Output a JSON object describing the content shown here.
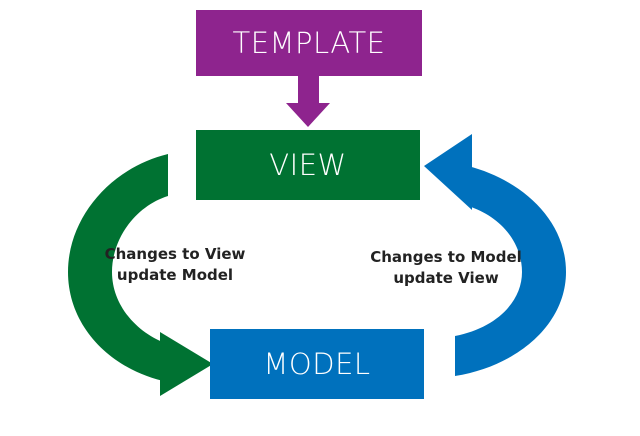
{
  "diagram": {
    "template_label": "TEMPLATE",
    "view_label": "VIEW",
    "model_label": "MODEL",
    "left_caption": {
      "line1": "Changes to View",
      "line2": "update Model"
    },
    "right_caption": {
      "line1": "Changes to Model",
      "line2": "update View"
    }
  },
  "colors": {
    "template": "#8e248e",
    "view": "#007232",
    "model": "#0071bd",
    "view_to_model_arrow": "#007232",
    "model_to_view_arrow": "#0071bd",
    "template_arrow": "#8e248e"
  },
  "icons": {
    "template_arrow": "arrow-down-icon",
    "left_cycle_arrow": "curved-arrow-down-icon",
    "right_cycle_arrow": "curved-arrow-up-icon"
  }
}
